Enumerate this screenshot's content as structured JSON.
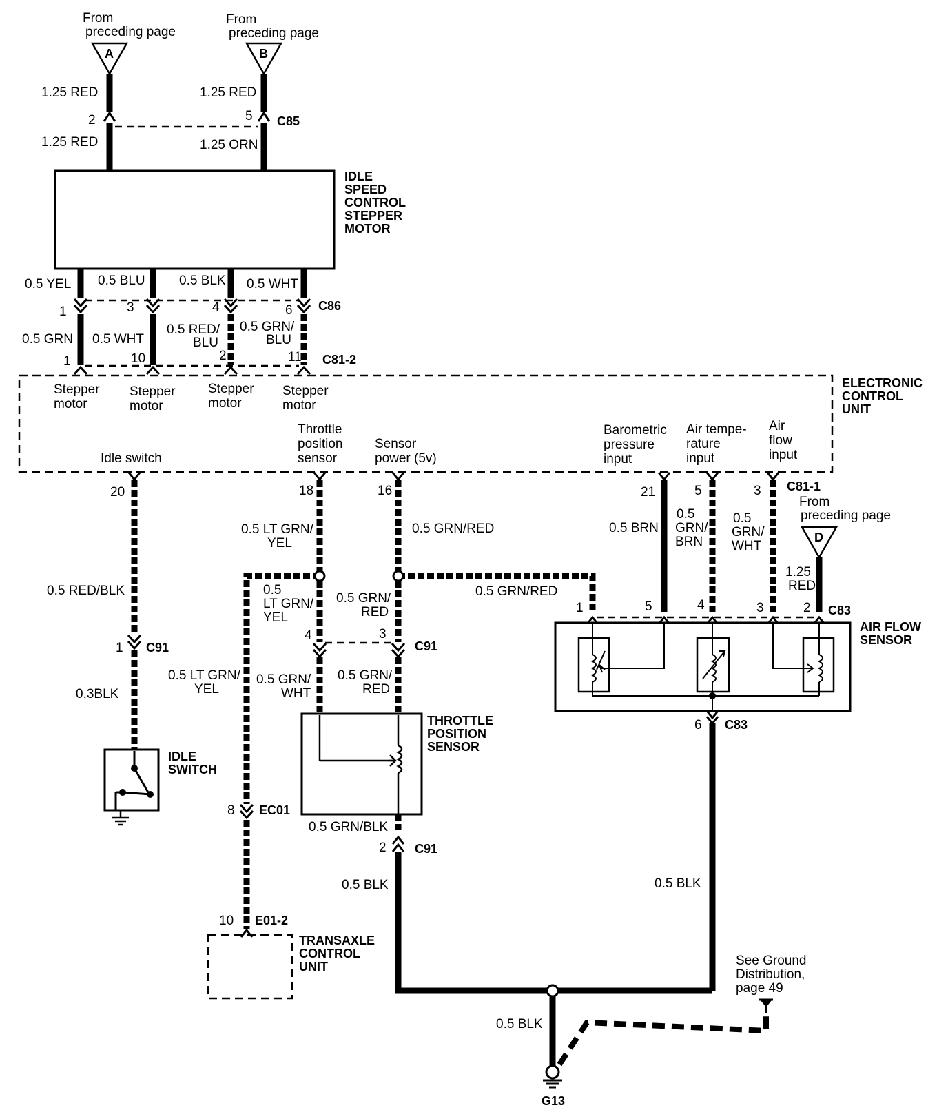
{
  "refs": {
    "from_text": "From",
    "prec_text": "preceding page",
    "a": "A",
    "b": "B",
    "d": "D"
  },
  "isc_motor": {
    "lines": [
      "IDLE",
      "SPEED",
      "CONTROL",
      "STEPPER",
      "MOTOR"
    ],
    "in_wires": [
      "1.25 RED",
      "1.25 RED",
      "1.25 ORN",
      "1.25 RED"
    ],
    "in_pins": [
      "2",
      "5"
    ],
    "connector": "C85",
    "out_wires": [
      "0.5 YEL",
      "0.5 BLU",
      "0.5 BLK",
      "0.5 WHT"
    ],
    "c86_pins": [
      "1",
      "3",
      "4",
      "6"
    ],
    "c86": "C86"
  },
  "ecu_wires": {
    "w1": "0.5 GRN",
    "w2": "0.5 WHT",
    "w3a": "0.5 RED/",
    "w3b": "BLU",
    "w4a": "0.5 GRN/",
    "w4b": "BLU",
    "pins": [
      "1",
      "10",
      "2",
      "11"
    ],
    "c81_2": "C81-2"
  },
  "ecu": {
    "lines": [
      "ELECTRONIC",
      "CONTROL",
      "UNIT"
    ],
    "stepper": "Stepper",
    "motor": "motor",
    "idle_switch": "Idle switch",
    "tps": [
      "Throttle",
      "position",
      "sensor"
    ],
    "sensor_power": [
      "Sensor",
      "power (5v)"
    ],
    "baro": [
      "Barometric",
      "pressure",
      "input"
    ],
    "air_temp": [
      "Air tempe-",
      "rature",
      "input"
    ],
    "air_flow": [
      "Air",
      "flow",
      "input"
    ],
    "bottom_pins": [
      "20",
      "18",
      "16",
      "21",
      "5",
      "3"
    ],
    "c81_1": "C81-1"
  },
  "wires": {
    "red_blk": "0.5 RED/BLK",
    "lt_grn_yel_a": "0.5 LT GRN/",
    "yel": "YEL",
    "grn_red": "0.5 GRN/RED",
    "brn": "0.5 BRN",
    "grn_brn": [
      "0.5",
      "GRN/",
      "BRN"
    ],
    "grn_wht": [
      "0.5",
      "GRN/",
      "WHT"
    ],
    "d_wire": [
      "1.25",
      "RED"
    ],
    "lt_grn_yel_b": [
      "0.5",
      "LT GRN/",
      "YEL"
    ],
    "grn_red_b": [
      "0.5 GRN/",
      "RED"
    ],
    "grn_red_c": "0.5 GRN/RED",
    "blk_03": "0.3BLK",
    "lt_grn_yel_c": [
      "0.5 LT GRN/",
      "YEL"
    ],
    "grn_wht_b": [
      "0.5 GRN/",
      "WHT"
    ],
    "grn_red_d": [
      "0.5 GRN/",
      "RED"
    ],
    "grn_blk": "0.5 GRN/BLK",
    "blk_a": "0.5 BLK",
    "blk_b": "0.5 BLK",
    "blk_c": "0.5 BLK"
  },
  "connectors": {
    "c91": "C91",
    "c83": "C83",
    "ec01": "EC01",
    "e01_2": "E01-2",
    "pin1": "1",
    "pin2": "2",
    "pin3": "3",
    "pin4": "4",
    "pin5": "5",
    "pin6": "6",
    "pin8": "8",
    "pin10": "10"
  },
  "afs": {
    "lines": [
      "AIR FLOW",
      "SENSOR"
    ]
  },
  "tps": {
    "lines": [
      "THROTTLE",
      "POSITION",
      "SENSOR"
    ]
  },
  "idle_switch": {
    "lines": [
      "IDLE",
      "SWITCH"
    ]
  },
  "tcu": {
    "lines": [
      "TRANSAXLE",
      "CONTROL",
      "UNIT"
    ]
  },
  "ground": {
    "note": [
      "See Ground",
      "Distribution,",
      "page 49"
    ],
    "g13": "G13"
  }
}
